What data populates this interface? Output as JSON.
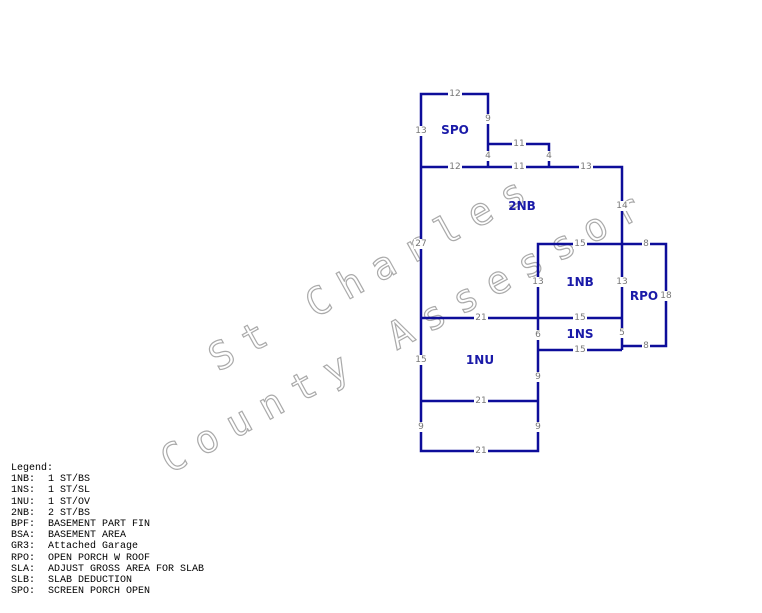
{
  "areas": {
    "spo": "SPO",
    "nb2": "2NB",
    "nb1": "1NB",
    "rpo": "RPO",
    "ns1": "1NS",
    "nu1": "1NU"
  },
  "dimensions": [
    "12",
    "13",
    "9",
    "11",
    "4",
    "4",
    "12",
    "11",
    "13",
    "14",
    "27",
    "15",
    "8",
    "13",
    "13",
    "18",
    "21",
    "15",
    "6",
    "5",
    "8",
    "15",
    "15",
    "9",
    "21",
    "9",
    "9",
    "21"
  ],
  "watermark": {
    "line1": "St Charles",
    "line2": "County Assessor"
  },
  "legend": {
    "title": "Legend:",
    "items": [
      {
        "code": "1NB:",
        "desc": "1 ST/BS"
      },
      {
        "code": "1NS:",
        "desc": "1 ST/SL"
      },
      {
        "code": "1NU:",
        "desc": "1 ST/OV"
      },
      {
        "code": "2NB:",
        "desc": "2 ST/BS"
      },
      {
        "code": "BPF:",
        "desc": "BASEMENT PART FIN"
      },
      {
        "code": "BSA:",
        "desc": "BASEMENT AREA"
      },
      {
        "code": "GR3:",
        "desc": "Attached Garage"
      },
      {
        "code": "RPO:",
        "desc": "OPEN PORCH W ROOF"
      },
      {
        "code": "SLA:",
        "desc": "ADJUST GROSS AREA FOR SLAB"
      },
      {
        "code": "SLB:",
        "desc": "SLAB DEDUCTION"
      },
      {
        "code": "SPO:",
        "desc": "SCREEN PORCH OPEN"
      }
    ]
  },
  "colors": {
    "wall": "#0d0d9a",
    "area_label": "#1a1aa8",
    "dimension": "#777777",
    "watermark": "#aaaaaa"
  }
}
